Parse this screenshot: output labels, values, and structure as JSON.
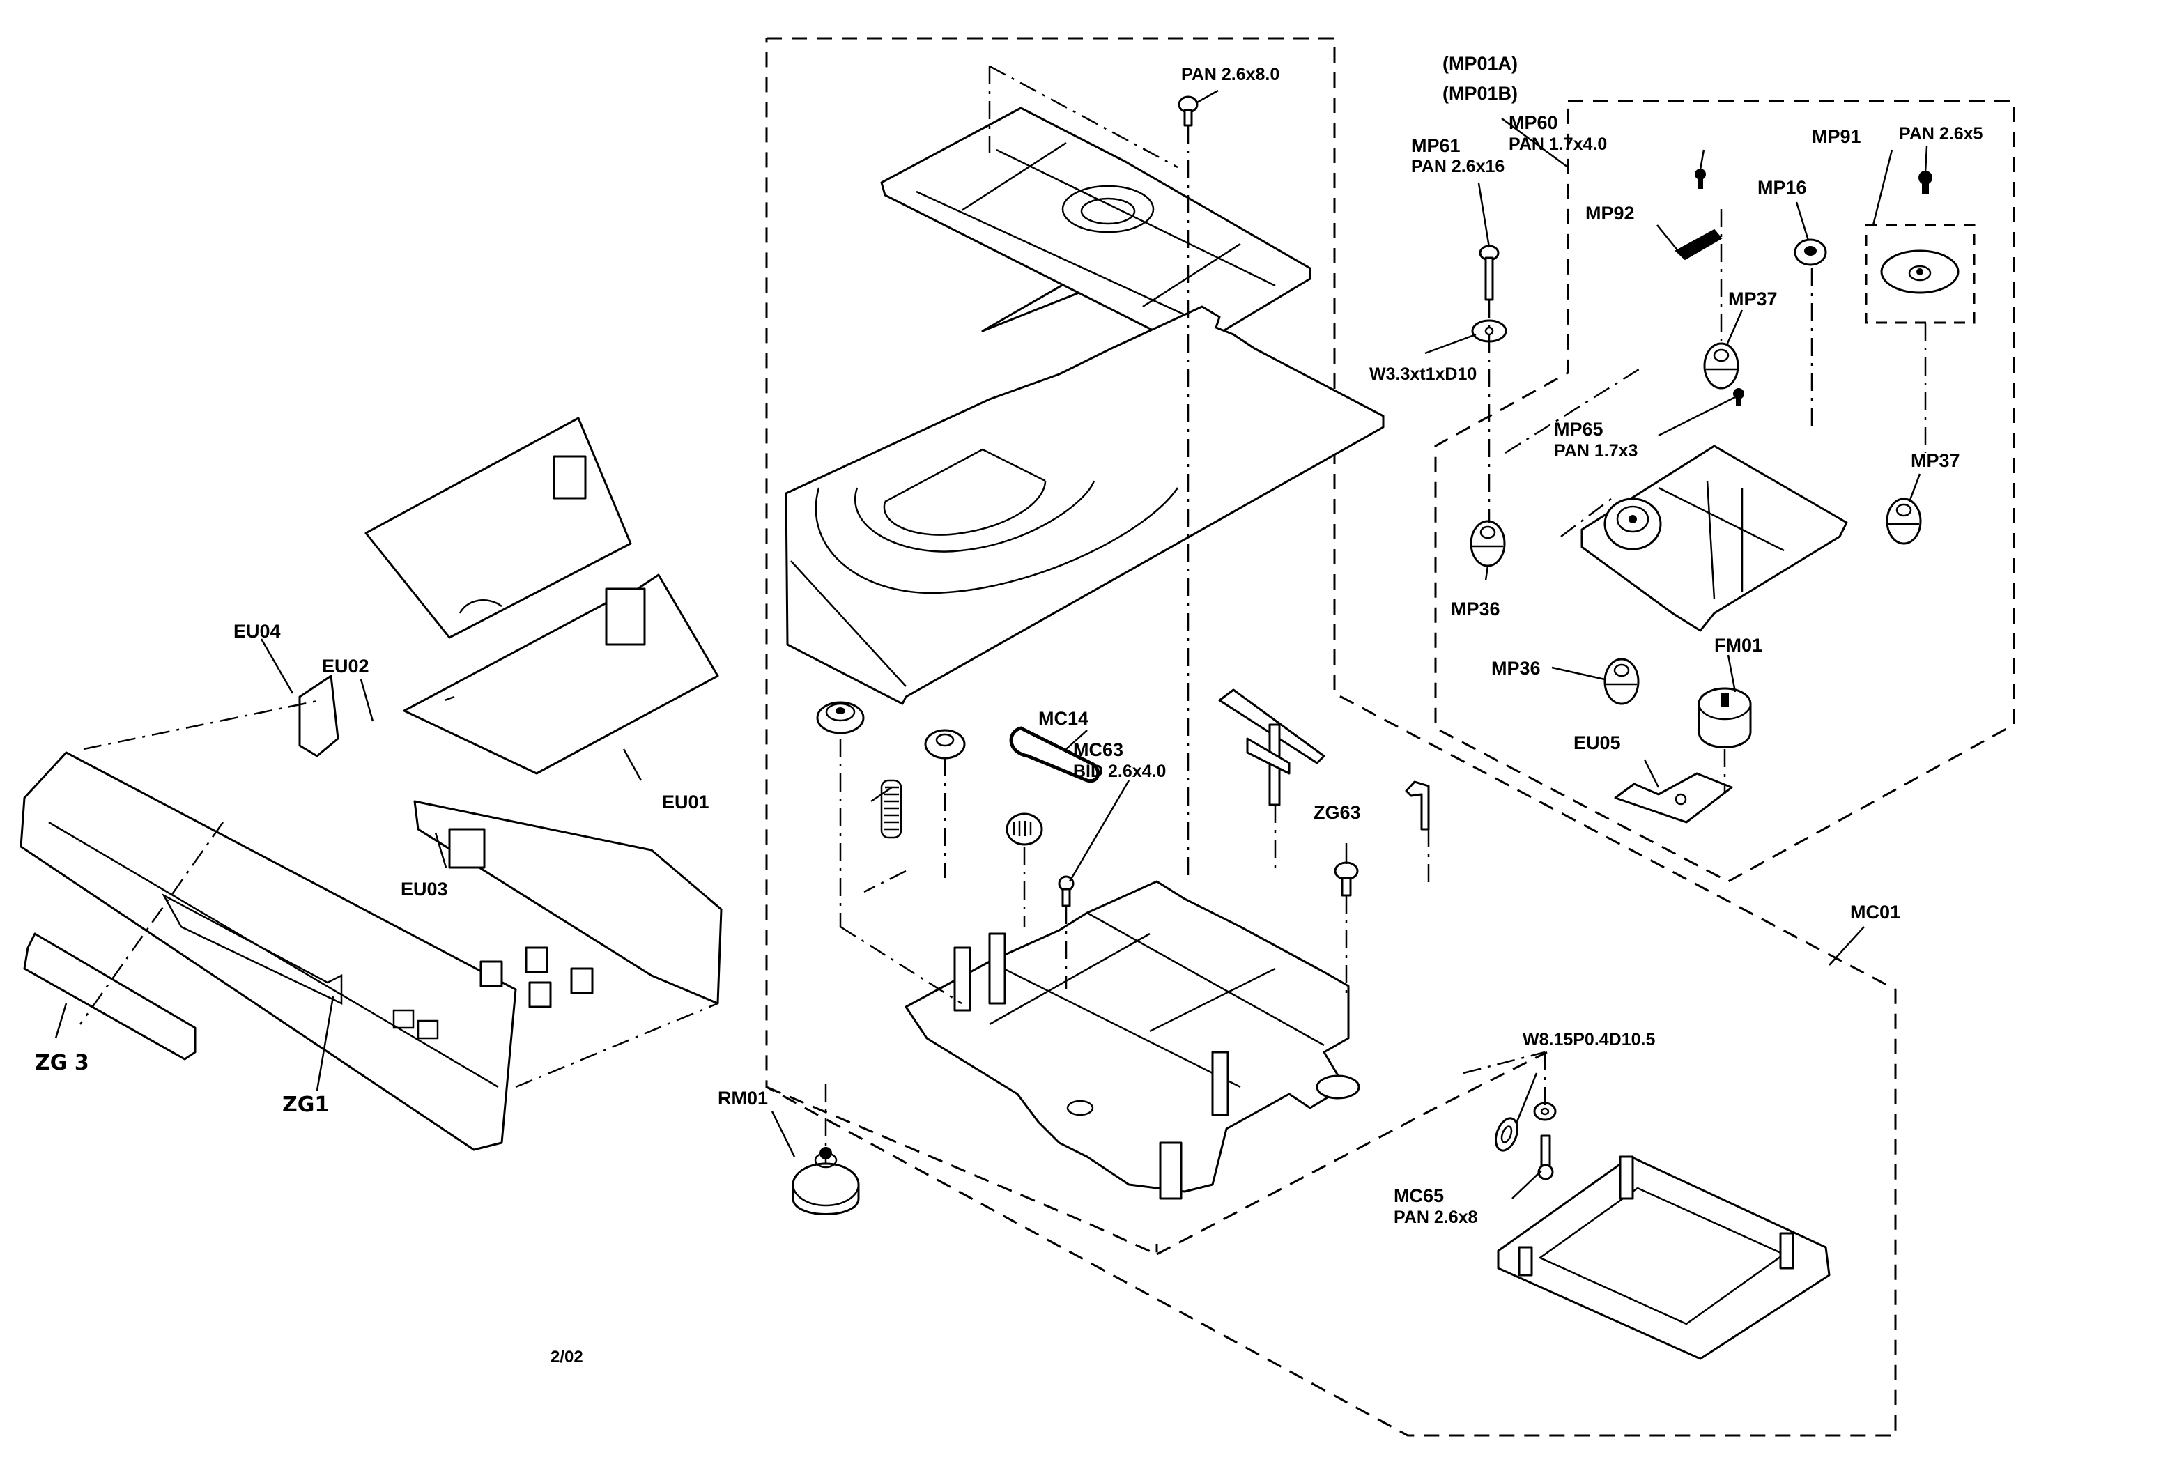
{
  "diagram": {
    "title": "Exploded view - tray loader mechanism and front panel",
    "footer_code": "2/02",
    "labels": {
      "pan_2_6x8": "PAN 2.6x8.0",
      "mp01a": "(MP01A)",
      "mp01b": "(MP01B)",
      "mp60": "MP60",
      "mp60_spec": "PAN 1.7x4.0",
      "mp61": "MP61",
      "mp61_spec": "PAN 2.6x16",
      "mp91": "MP91",
      "pan_2_6x5": "PAN 2.6x5",
      "mp16": "MP16",
      "mp92": "MP92",
      "mp37_top": "MP37",
      "w3_3": "W3.3xt1xD10",
      "mp65": "MP65",
      "mp65_spec": "PAN 1.7x3",
      "mp37_right": "MP37",
      "mp36_left": "MP36",
      "mp36_bottom": "MP36",
      "fm01": "FM01",
      "eu05": "EU05",
      "mc14": "MC14",
      "mc63": "MC63",
      "mc63_spec": "BID 2.6x4.0",
      "zg63": "ZG63",
      "mc01": "MC01",
      "w8_15": "W8.15P0.4D10.5",
      "mc65": "MC65",
      "mc65_spec": "PAN 2.6x8",
      "rm01": "RM01",
      "eu04": "EU04",
      "eu02": "EU02",
      "eu01": "EU01",
      "eu03": "EU03",
      "zg3": "ZG 3",
      "zg1": "ZG1"
    }
  }
}
